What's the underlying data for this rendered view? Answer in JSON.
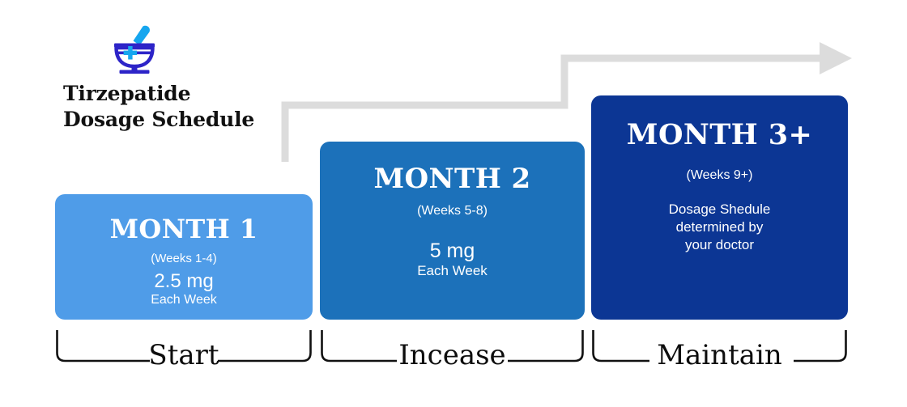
{
  "brand": {
    "icon": "mortar-and-pestle-icon",
    "title": "Tirzepatide\nDosage Schedule",
    "icon_colors": {
      "bowl": "#2d24c8",
      "pestle": "#16a6ef",
      "cross": "#16a6ef"
    }
  },
  "flow": {
    "arrow_color": "#dcdcdc",
    "direction": "left-to-right-ascending-steps"
  },
  "cards": [
    {
      "id": "month-1",
      "title": "MONTH 1",
      "weeks": "(Weeks 1-4)",
      "dose": "2.5 mg",
      "frequency": "Each Week",
      "note": "",
      "color": "#4f9ce8"
    },
    {
      "id": "month-2",
      "title": "MONTH 2",
      "weeks": "(Weeks 5-8)",
      "dose": "5 mg",
      "frequency": "Each Week",
      "note": "",
      "color": "#1c71ba"
    },
    {
      "id": "month-3",
      "title": "MONTH 3+",
      "weeks": "(Weeks 9+)",
      "dose": "",
      "frequency": "",
      "note": "Dosage Shedule\ndetermined by\nyour doctor",
      "color": "#0c3694"
    }
  ],
  "phases": [
    {
      "id": "start",
      "label": "Start"
    },
    {
      "id": "increase",
      "label": "Incease"
    },
    {
      "id": "maintain",
      "label": "Maintain"
    }
  ]
}
